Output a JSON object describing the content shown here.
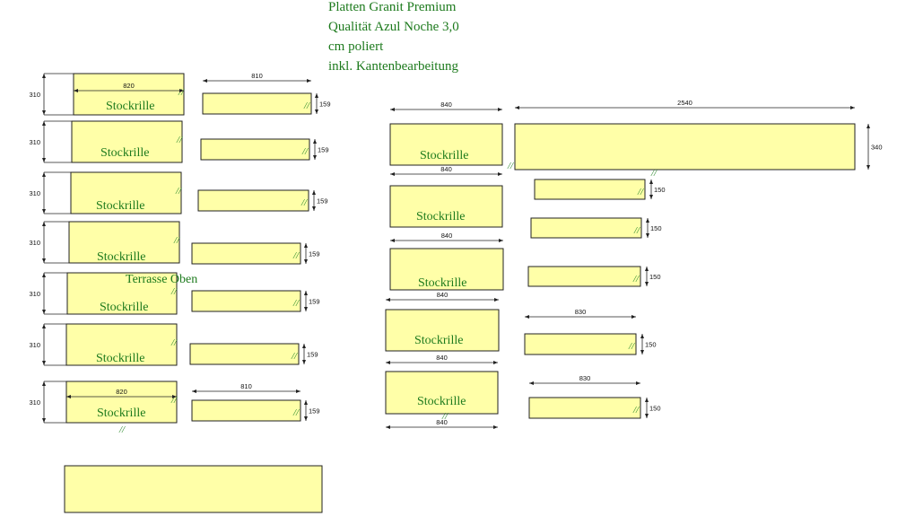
{
  "header": {
    "lines": [
      "Platten Granit Premium",
      "Qualität Azul Noche 3,0",
      "cm poliert",
      "inkl. Kantenbearbeitung"
    ]
  },
  "labels": {
    "stockrille": "Stockrille",
    "terrasse": "Terrasse Oben",
    "joint": "//"
  },
  "dimensions": {
    "d310": "310",
    "d820": "820",
    "d810": "810",
    "d159": "159",
    "d840": "840",
    "d2540": "2540",
    "d340": "340",
    "d150": "150",
    "d830": "830"
  },
  "colors": {
    "slab_fill": "#ffffa8",
    "label_green": "#1d7a1d"
  }
}
